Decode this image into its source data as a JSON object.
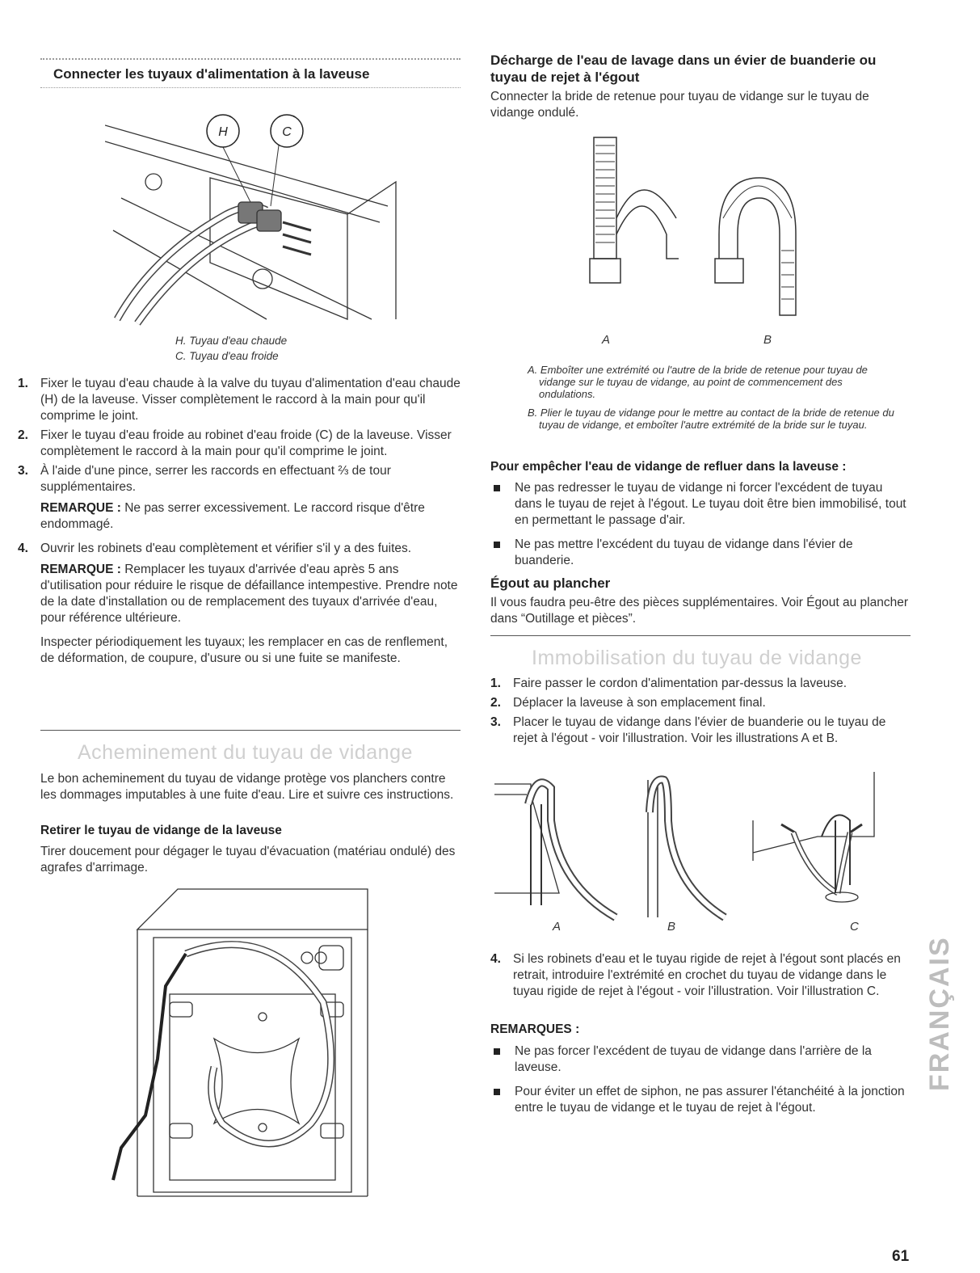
{
  "left": {
    "section1_title": "Connecter les tuyaux d'alimentation à la laveuse",
    "fig_hc": {
      "label_h": "H",
      "label_c": "C"
    },
    "caption_h": "H. Tuyau d'eau chaude",
    "caption_c": "C. Tuyau d'eau froide",
    "steps": [
      "Fixer le tuyau d'eau chaude à la valve du tuyau d'alimentation d'eau chaude (H) de la laveuse. Visser complètement le raccord à la main pour qu'il comprime le joint.",
      "Fixer le tuyau d'eau froide au robinet d'eau froide (C) de la laveuse. Visser complètement le raccord à la main pour qu'il comprime le joint.",
      "À l'aide d'une pince, serrer les raccords en effectuant ⅔ de tour supplémentaires.",
      "Ouvrir les robinets d'eau complètement et vérifier s'il y a des fuites."
    ],
    "step_numbers": [
      "1.",
      "2.",
      "3.",
      "4."
    ],
    "note3_label": "REMARQUE :",
    "note3_text": " Ne pas serrer excessivement. Le raccord risque d'être endommagé.",
    "note4_label": "REMARQUE :",
    "note4_text": " Remplacer les tuyaux d'arrivée d'eau après 5 ans d'utilisation pour réduire le risque de défaillance intempestive. Prendre note de la date d'installation ou de remplacement des tuyaux d'arrivée d'eau, pour référence ultérieure.",
    "note4_extra": "Inspecter périodiquement les tuyaux; les remplacer en cas de renflement, de déformation, de coupure, d'usure ou si une fuite se manifeste.",
    "section2_title": "Acheminement du tuyau de vidange",
    "section2_intro": "Le bon acheminement du tuyau de vidange protège vos planchers contre les dommages imputables à une fuite d'eau. Lire et suivre ces instructions.",
    "sub1_title": "Retirer le tuyau de vidange de la laveuse",
    "sub1_text": "Tirer doucement pour dégager le tuyau d'évacuation (matériau ondulé) des agrafes d'arrimage."
  },
  "right": {
    "section1_title": "Décharge de l'eau de lavage dans un évier de buanderie ou tuyau de rejet à l'égout",
    "section1_text": "Connecter la bride de retenue pour tuyau de vidange sur le tuyau de vidange ondulé.",
    "fig_ab": {
      "label_a": "A",
      "label_b": "B"
    },
    "caption_a": "A. Emboîter une extrémité ou l'autre de la bride de retenue pour tuyau de vidange sur le tuyau de vidange, au point de commencement des ondulations.",
    "caption_b": "B. Plier le tuyau de vidange pour le mettre au contact de la bride de retenue du tuyau de vidange, et emboîter l'autre extrémité de la bride sur le tuyau.",
    "sub_prevent_title": "Pour empêcher l'eau de vidange de refluer dans la laveuse :",
    "prevent_bullets": [
      "Ne pas redresser le tuyau de vidange ni forcer l'excédent de tuyau dans le tuyau de rejet à l'égout. Le tuyau doit être bien immobilisé, tout en permettant le passage d'air.",
      "Ne pas mettre l'excédent du tuyau de vidange dans l'évier de buanderie."
    ],
    "sub_floor_title": "Égout au plancher",
    "sub_floor_text": "Il vous faudra peu-être des pièces supplémentaires. Voir Égout au plancher dans “Outillage et pièces”.",
    "section2_title": "Immobilisation du tuyau de vidange",
    "steps": [
      "Faire passer le cordon d'alimentation par-dessus la laveuse.",
      "Déplacer la laveuse à son emplacement final.",
      "Placer le tuyau de vidange dans l'évier de buanderie ou le tuyau de rejet à l'égout - voir l'illustration. Voir les illustrations A et B."
    ],
    "step_numbers": [
      "1.",
      "2.",
      "3."
    ],
    "fig_abc": {
      "label_a": "A",
      "label_b": "B",
      "label_c": "C"
    },
    "step4_num": "4.",
    "step4_text": "Si les robinets d'eau et le tuyau rigide de rejet à l'égout sont placés en retrait, introduire l'extrémité en crochet du tuyau de vidange dans le tuyau rigide de rejet à l'égout - voir l'illustration. Voir l'illustration C.",
    "remarques_title": "REMARQUES :",
    "remarques_bullets": [
      "Ne pas forcer l'excédent de tuyau de vidange dans l'arrière de la laveuse.",
      "Pour éviter un effet de siphon, ne pas assurer l'étanchéité à la jonction entre le tuyau de vidange et le tuyau de rejet à l'égout."
    ]
  },
  "side_tab": "FRANÇAIS",
  "page_number": "61"
}
